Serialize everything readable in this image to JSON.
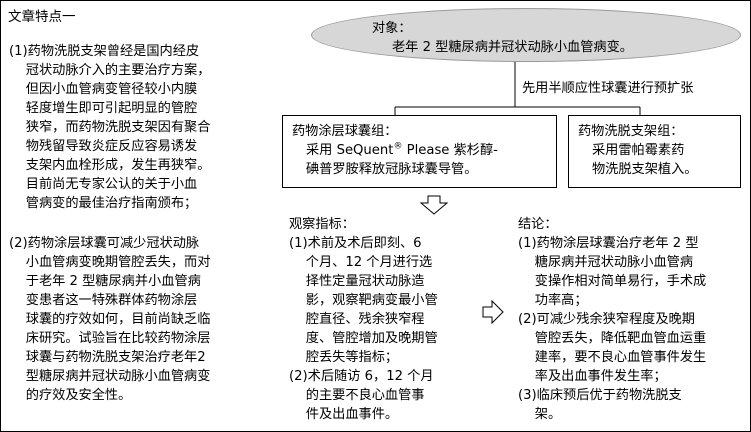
{
  "heading": "文章特点一",
  "features": {
    "item1": [
      "(1)药物洗脱支架曾经是国内经皮",
      "    冠状动脉介入的主要治疗方案，",
      "    但因小血管病变管径较小内膜",
      "    轻度增生即可引起明显的管腔",
      "    狭窄，而药物洗脱支架因有聚合",
      "    物残留导致炎症反应容易诱发",
      "    支架内血栓形成，发生再狭窄。",
      "    目前尚无专家公认的关于小血",
      "    管病变的最佳治疗指南颁布；"
    ],
    "item2": [
      "(2)药物涂层球囊可减少冠状动脉",
      "    小血管病变晚期管腔丢失，而对",
      "    于老年 2 型糖尿病并小血管病",
      "    变患者这一特殊群体药物涂层",
      "    球囊的疗效如何，目前尚缺乏临",
      "    床研究。试验旨在比较药物涂层",
      "    球囊与药物洗脱支架治疗老年2",
      "    型糖尿病并冠状动脉小血管病变",
      "    的疗效及安全性。"
    ]
  },
  "subject": {
    "label": "对象：",
    "text": "老年 2 型糖尿病并冠状动脉小血管病变。"
  },
  "predilation": "先用半顺应性球囊进行预扩张",
  "groups": {
    "dcb": {
      "title": "药物涂层球囊组：",
      "line1_a": "采用 SeQuent",
      "line1_sup": "®",
      "line1_b": " Please 紫杉醇-",
      "line2": "碘普罗胺释放冠脉球囊导管。"
    },
    "des": {
      "title": "药物洗脱支架组：",
      "line1": "采用雷帕霉素药",
      "line2": "物洗脱支架植入。"
    }
  },
  "observation": {
    "title": "观察指标：",
    "lines": [
      "(1)术前及术后即刻、6",
      "    个月、12 个月进行选",
      "    择性定量冠状动脉造",
      "    影，观察靶病变最小管",
      "    腔直径、残余狭窄程",
      "    度、管腔增加及晚期管",
      "    腔丢失等指标；",
      "(2)术后随访 6，12 个月",
      "    的主要不良心血管事",
      "    件及出血事件。"
    ]
  },
  "conclusion": {
    "title": "结论：",
    "lines": [
      "(1)药物涂层球囊治疗老年 2 型",
      "    糖尿病并冠状动脉小血管病",
      "    变操作相对简单易行，手术成",
      "    功率高；",
      "(2)可减少残余狭窄程度及晚期",
      "    管腔丢失，降低靶血管血运重",
      "    建率，要不良心血管事件发生",
      "    率及出血事件发生率；",
      "(3)临床预后优于药物洗脱支",
      "    架。"
    ]
  }
}
